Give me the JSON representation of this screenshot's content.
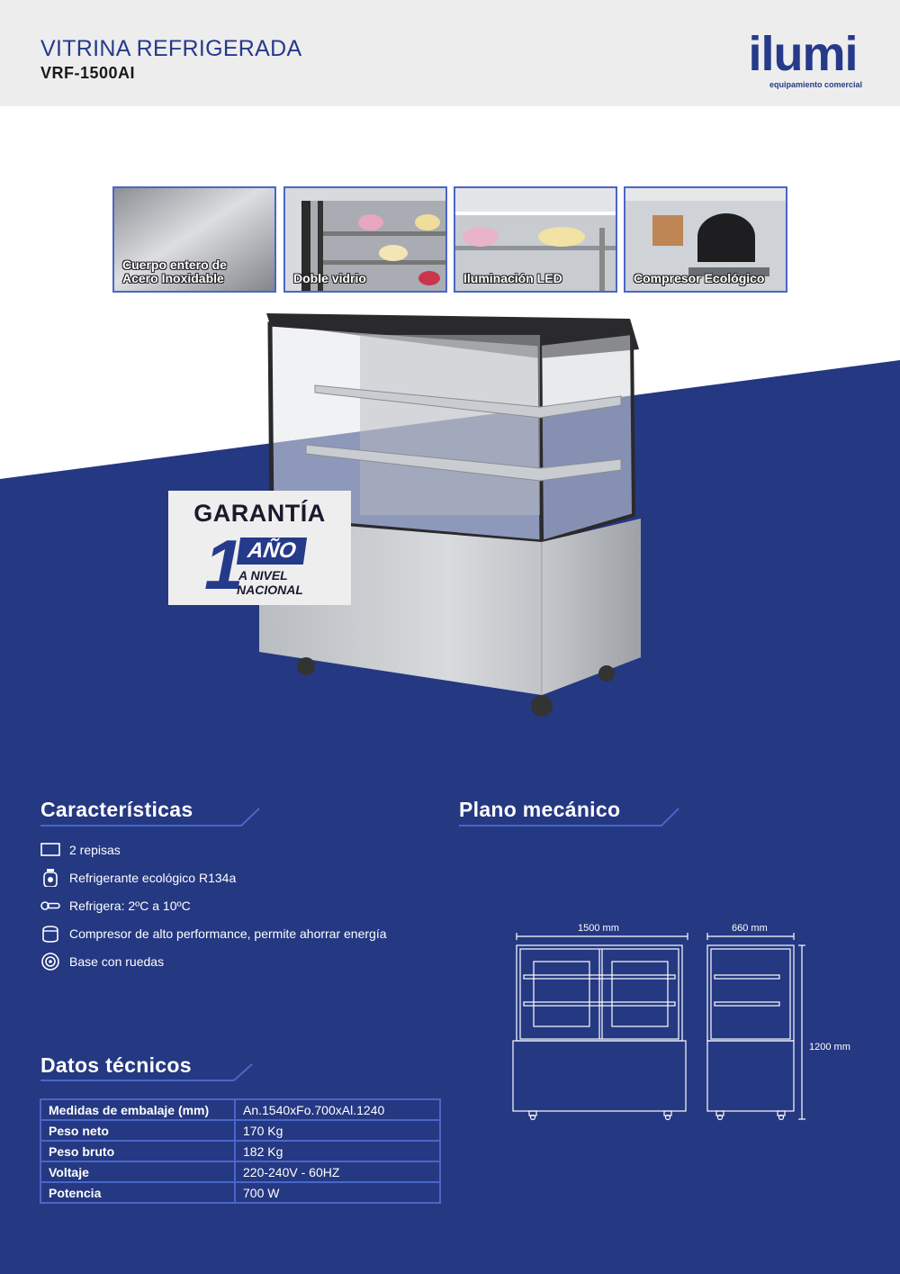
{
  "header": {
    "title": "VITRINA REFRIGERADA",
    "model": "VRF-1500AI"
  },
  "brand": {
    "name": "ilumi",
    "tagline": "equipamiento comercial"
  },
  "features_images": [
    {
      "label": "Cuerpo entero de\nAcero Inoxidable"
    },
    {
      "label": "Doble vidrio"
    },
    {
      "label": "Iluminación LED"
    },
    {
      "label": "Compresor Ecológico"
    }
  ],
  "warranty": {
    "title": "GARANTÍA",
    "number": "1",
    "unit": "AÑO",
    "line1": "A NIVEL",
    "line2": "NACIONAL"
  },
  "characteristics": {
    "title": "Características",
    "items": [
      {
        "icon": "shelf-icon",
        "text": "2 repisas"
      },
      {
        "icon": "refrigerant-icon",
        "text": "Refrigerante ecológico R134a"
      },
      {
        "icon": "thermometer-icon",
        "text": "Refrigera: 2ºC a 10ºC"
      },
      {
        "icon": "compressor-icon",
        "text": "Compresor de alto performance, permite ahorrar energía"
      },
      {
        "icon": "wheel-icon",
        "text": "Base con ruedas"
      }
    ]
  },
  "mechanical": {
    "title": "Plano mecánico",
    "width_label": "1500 mm",
    "depth_label": "660 mm",
    "height_label": "1200 mm"
  },
  "technical": {
    "title": "Datos técnicos",
    "rows": [
      {
        "key": "Medidas de embalaje (mm)",
        "value": "An.1540xFo.700xAl.1240"
      },
      {
        "key": "Peso neto",
        "value": "170 Kg"
      },
      {
        "key": "Peso bruto",
        "value": "182 Kg"
      },
      {
        "key": "Voltaje",
        "value": "220-240V - 60HZ"
      },
      {
        "key": "Potencia",
        "value": "700 W"
      }
    ]
  },
  "colors": {
    "brand_blue": "#263a8a",
    "accent_blue": "#4a66c8",
    "header_gray": "#ededed"
  }
}
